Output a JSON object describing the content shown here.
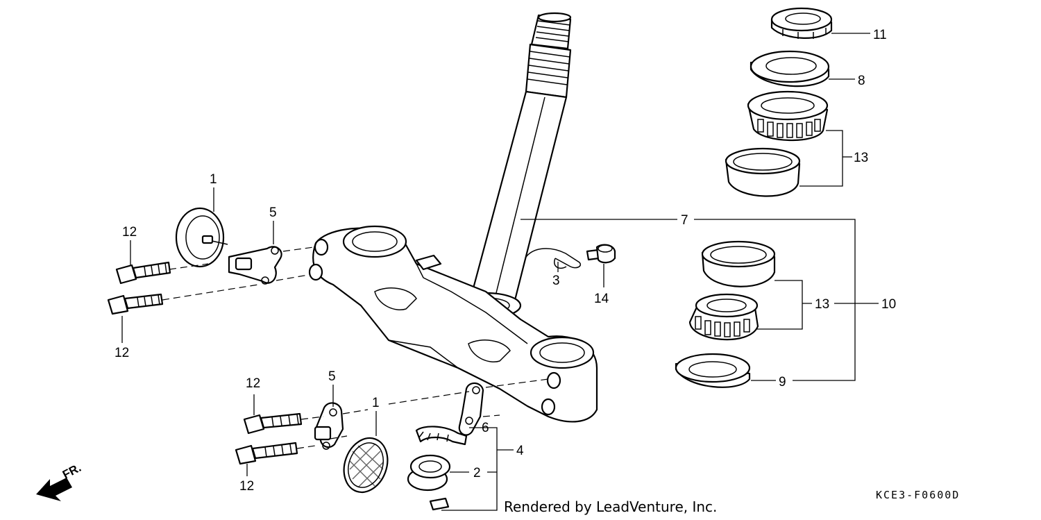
{
  "callouts": {
    "c1_top": "1",
    "c1_bottom": "1",
    "c2": "2",
    "c3": "3",
    "c4": "4",
    "c5_top": "5",
    "c5_bottom": "5",
    "c6": "6",
    "c7": "7",
    "c8": "8",
    "c9": "9",
    "c10": "10",
    "c11": "11",
    "c12_a": "12",
    "c12_b": "12",
    "c12_c": "12",
    "c12_d": "12",
    "c13_top": "13",
    "c13_mid": "13",
    "c14": "14"
  },
  "direction_label": "FR.",
  "diagram_code": "KCE3-F0600D",
  "credit": "Rendered by LeadVenture, Inc."
}
